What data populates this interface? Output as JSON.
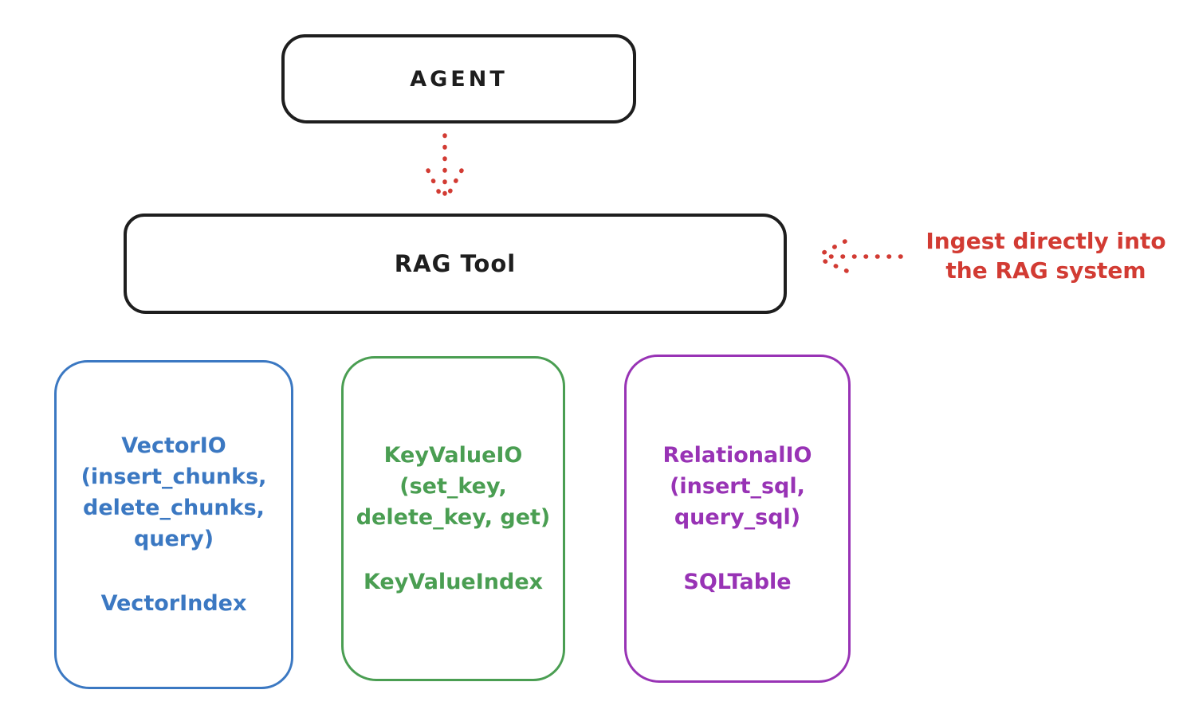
{
  "diagram": {
    "agent_box": {
      "label": "AGENT"
    },
    "rag_tool_box": {
      "label": "RAG Tool"
    },
    "annotation": {
      "line1": "Ingest directly into",
      "line2": "the RAG system",
      "color": "#d23b33"
    },
    "arrows": [
      {
        "name": "agent-to-rag-tool",
        "style": "dotted",
        "color": "#d23b33",
        "direction": "down"
      },
      {
        "name": "annotation-to-rag-tool",
        "style": "dotted",
        "color": "#d23b33",
        "direction": "left"
      }
    ],
    "storage_boxes": [
      {
        "id": "vector-io",
        "color": "#3b78c2",
        "function_lines": [
          "VectorIO",
          "(insert_chunks,",
          "delete_chunks,",
          "query)"
        ],
        "index_label": "VectorIndex"
      },
      {
        "id": "key-value-io",
        "color": "#4a9e52",
        "function_lines": [
          "KeyValueIO",
          "(set_key,",
          "delete_key, get)"
        ],
        "index_label": "KeyValueIndex"
      },
      {
        "id": "relational-io",
        "color": "#9833b5",
        "function_lines": [
          "RelationalIO",
          "(insert_sql,",
          "query_sql)"
        ],
        "index_label": "SQLTable"
      }
    ]
  },
  "colors": {
    "stroke_black": "#1e1e1e",
    "accent_red": "#d23b33",
    "vector_blue": "#3b78c2",
    "keyvalue_green": "#4a9e52",
    "relational_purple": "#9833b5",
    "background": "#ffffff"
  }
}
